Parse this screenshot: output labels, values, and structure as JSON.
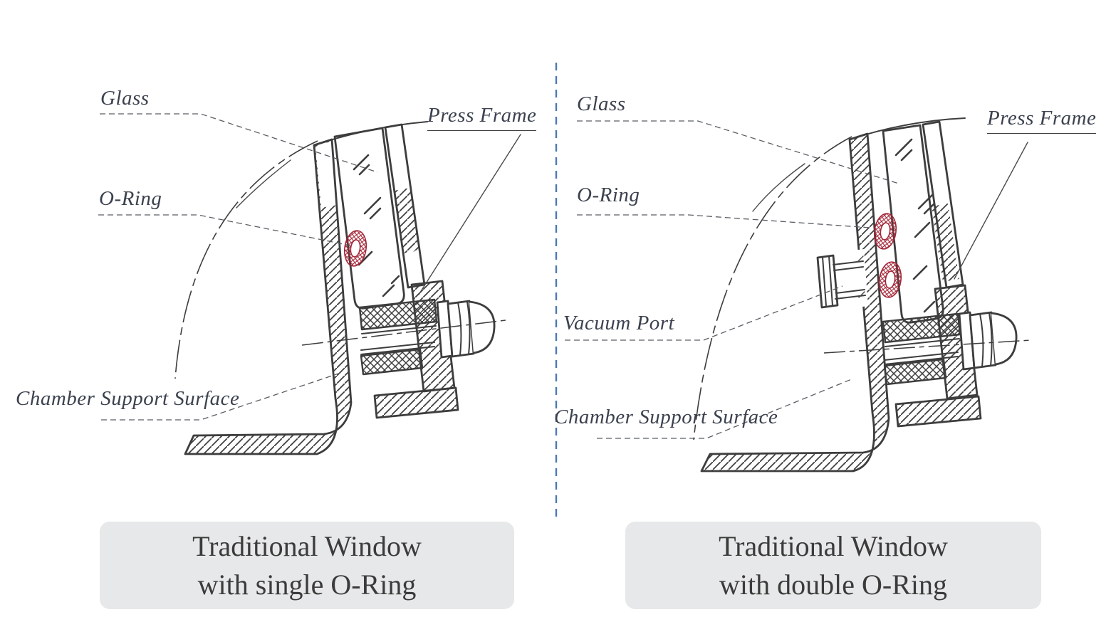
{
  "figure": {
    "type": "engineering-cross-section-comparison",
    "colors": {
      "line": "#3d3d3d",
      "o_ring_red": "#a32638",
      "divider_blue": "#4d79b3",
      "caption_bg": "#e7e8e9",
      "label_text": "#3b414e"
    }
  },
  "left": {
    "labels": {
      "glass": "Glass",
      "o_ring": "O-Ring",
      "press_frame": "Press Frame",
      "chamber_support": "Chamber Support Surface"
    },
    "caption_line1": "Traditional Window",
    "caption_line2": "with single O-Ring"
  },
  "right": {
    "labels": {
      "glass": "Glass",
      "o_ring": "O-Ring",
      "vacuum_port": "Vacuum Port",
      "press_frame": "Press Frame",
      "chamber_support": "Chamber Support Surface"
    },
    "caption_line1": "Traditional Window",
    "caption_line2": "with double O-Ring"
  }
}
